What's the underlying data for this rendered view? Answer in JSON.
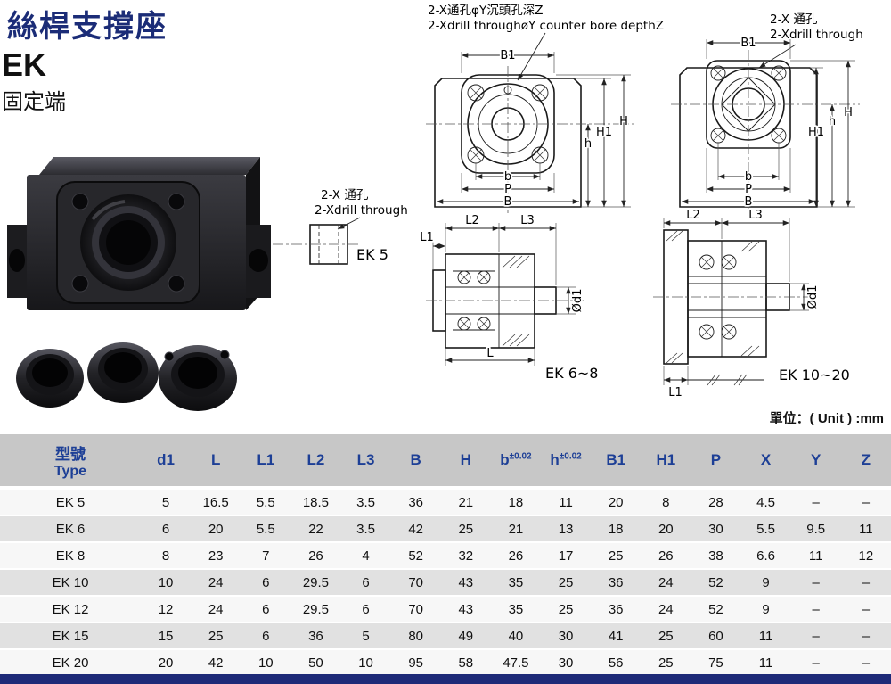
{
  "header": {
    "title": "絲桿支撐座",
    "series": "EK",
    "subtitle": "固定端",
    "unit_note": "單位：( Unit ) :mm"
  },
  "annotations": {
    "counterbore_cn": "2-X通孔φY沉頭孔深Z",
    "counterbore_en": "2-Xdrill throughøY counter bore depthZ",
    "through_cn": "2-X 通孔",
    "through_en": "2-Xdrill through"
  },
  "drawings": {
    "ek5_caption": "EK 5",
    "ek68_caption": "EK 6~8",
    "ek1020_caption": "EK 10~20"
  },
  "dims": {
    "B1": "B1",
    "H": "H",
    "H1": "H1",
    "h": "h",
    "b": "b",
    "P": "P",
    "B": "B",
    "L": "L",
    "L1": "L1",
    "L2": "L2",
    "L3": "L3",
    "od1": "Ød1"
  },
  "table": {
    "headers": [
      {
        "label": "型號",
        "sub": "Type"
      },
      {
        "label": "d1"
      },
      {
        "label": "L"
      },
      {
        "label": "L1"
      },
      {
        "label": "L2"
      },
      {
        "label": "L3"
      },
      {
        "label": "B"
      },
      {
        "label": "H"
      },
      {
        "label": "b",
        "tol": "±0.02"
      },
      {
        "label": "h",
        "tol": "±0.02"
      },
      {
        "label": "B1"
      },
      {
        "label": "H1"
      },
      {
        "label": "P"
      },
      {
        "label": "X"
      },
      {
        "label": "Y"
      },
      {
        "label": "Z"
      }
    ],
    "rows": [
      {
        "type": "EK  5",
        "values": [
          "5",
          "16.5",
          "5.5",
          "18.5",
          "3.5",
          "36",
          "21",
          "18",
          "11",
          "20",
          "8",
          "28",
          "4.5",
          "–",
          "–"
        ]
      },
      {
        "type": "EK  6",
        "values": [
          "6",
          "20",
          "5.5",
          "22",
          "3.5",
          "42",
          "25",
          "21",
          "13",
          "18",
          "20",
          "30",
          "5.5",
          "9.5",
          "11"
        ]
      },
      {
        "type": "EK  8",
        "values": [
          "8",
          "23",
          "7",
          "26",
          "4",
          "52",
          "32",
          "26",
          "17",
          "25",
          "26",
          "38",
          "6.6",
          "11",
          "12"
        ]
      },
      {
        "type": "EK 10",
        "values": [
          "10",
          "24",
          "6",
          "29.5",
          "6",
          "70",
          "43",
          "35",
          "25",
          "36",
          "24",
          "52",
          "9",
          "–",
          "–"
        ]
      },
      {
        "type": "EK 12",
        "values": [
          "12",
          "24",
          "6",
          "29.5",
          "6",
          "70",
          "43",
          "35",
          "25",
          "36",
          "24",
          "52",
          "9",
          "–",
          "–"
        ]
      },
      {
        "type": "EK 15",
        "values": [
          "15",
          "25",
          "6",
          "36",
          "5",
          "80",
          "49",
          "40",
          "30",
          "41",
          "25",
          "60",
          "11",
          "–",
          "–"
        ]
      },
      {
        "type": "EK 20",
        "values": [
          "20",
          "42",
          "10",
          "50",
          "10",
          "95",
          "58",
          "47.5",
          "30",
          "56",
          "25",
          "75",
          "11",
          "–",
          "–"
        ]
      }
    ]
  }
}
